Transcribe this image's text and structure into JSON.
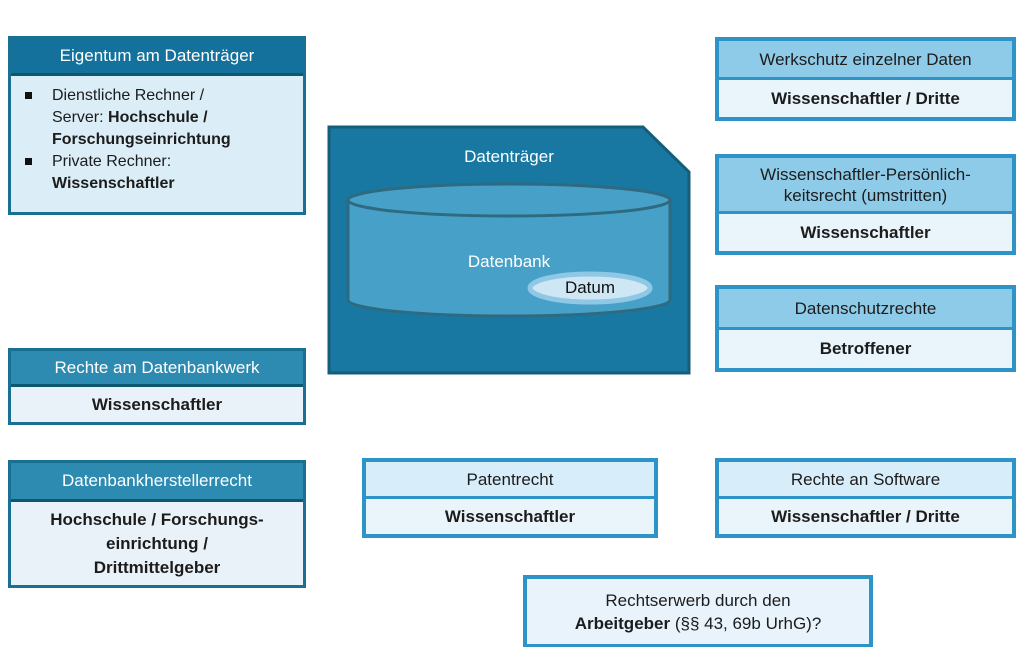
{
  "colors": {
    "teal_border": "#1a7092",
    "teal_header_dark": "#14719c",
    "teal_header": "#2d8ab0",
    "teal_list_bg": "#dbedf6",
    "light_body_bg": "#e9f2f8",
    "blue_border": "#2e93c6",
    "blue_header_bg": "#8ecbe9",
    "pale_header_bg": "#d7edf9",
    "pale_body_bg": "#eaf5fb",
    "card_fill": "#1878a2",
    "card_stroke": "#155d78",
    "cylinder_fill": "#47a0c7",
    "cylinder_stroke": "#2e6a80",
    "datum_fill": "#cfe7f5",
    "datum_ring": "#8fc8e5"
  },
  "central": {
    "card_label": "Datenträger",
    "cylinder_label": "Datenbank",
    "datum_label": "Datum"
  },
  "boxes": {
    "eigentum": {
      "title": "Eigentum am Datenträger",
      "items": [
        {
          "normal": "Dienstliche Rechner / Server: ",
          "bold": "Hochschule / Forschungseinrichtung"
        },
        {
          "normal": "Private Rechner: ",
          "bold": "Wissenschaftler"
        }
      ]
    },
    "datenbankwerk": {
      "title": "Rechte am Datenbankwerk",
      "body": "Wissenschaftler"
    },
    "herstellerrecht": {
      "title": "Datenbankherstellerrecht",
      "body_lines": [
        "Hochschule / Forschungs-",
        "einrichtung /",
        "Drittmittelgeber"
      ]
    },
    "werkschutz": {
      "title": "Werkschutz einzelner Daten",
      "body": "Wissenschaftler / Dritte"
    },
    "persoenlichkeitsrecht": {
      "title_lines": [
        "Wissenschaftler-Persönlich-",
        "keitsrecht (umstritten)"
      ],
      "body": "Wissenschaftler"
    },
    "datenschutz": {
      "title": "Datenschutzrechte",
      "body": "Betroffener"
    },
    "patentrecht": {
      "title": "Patentrecht",
      "body": "Wissenschaftler"
    },
    "software": {
      "title": "Rechte an Software",
      "body": "Wissenschaftler / Dritte"
    },
    "rechtserwerb": {
      "line1": "Rechtserwerb durch den",
      "line2_bold": "Arbeitgeber",
      "line2_rest": " (§§ 43, 69b UrhG)?"
    }
  }
}
